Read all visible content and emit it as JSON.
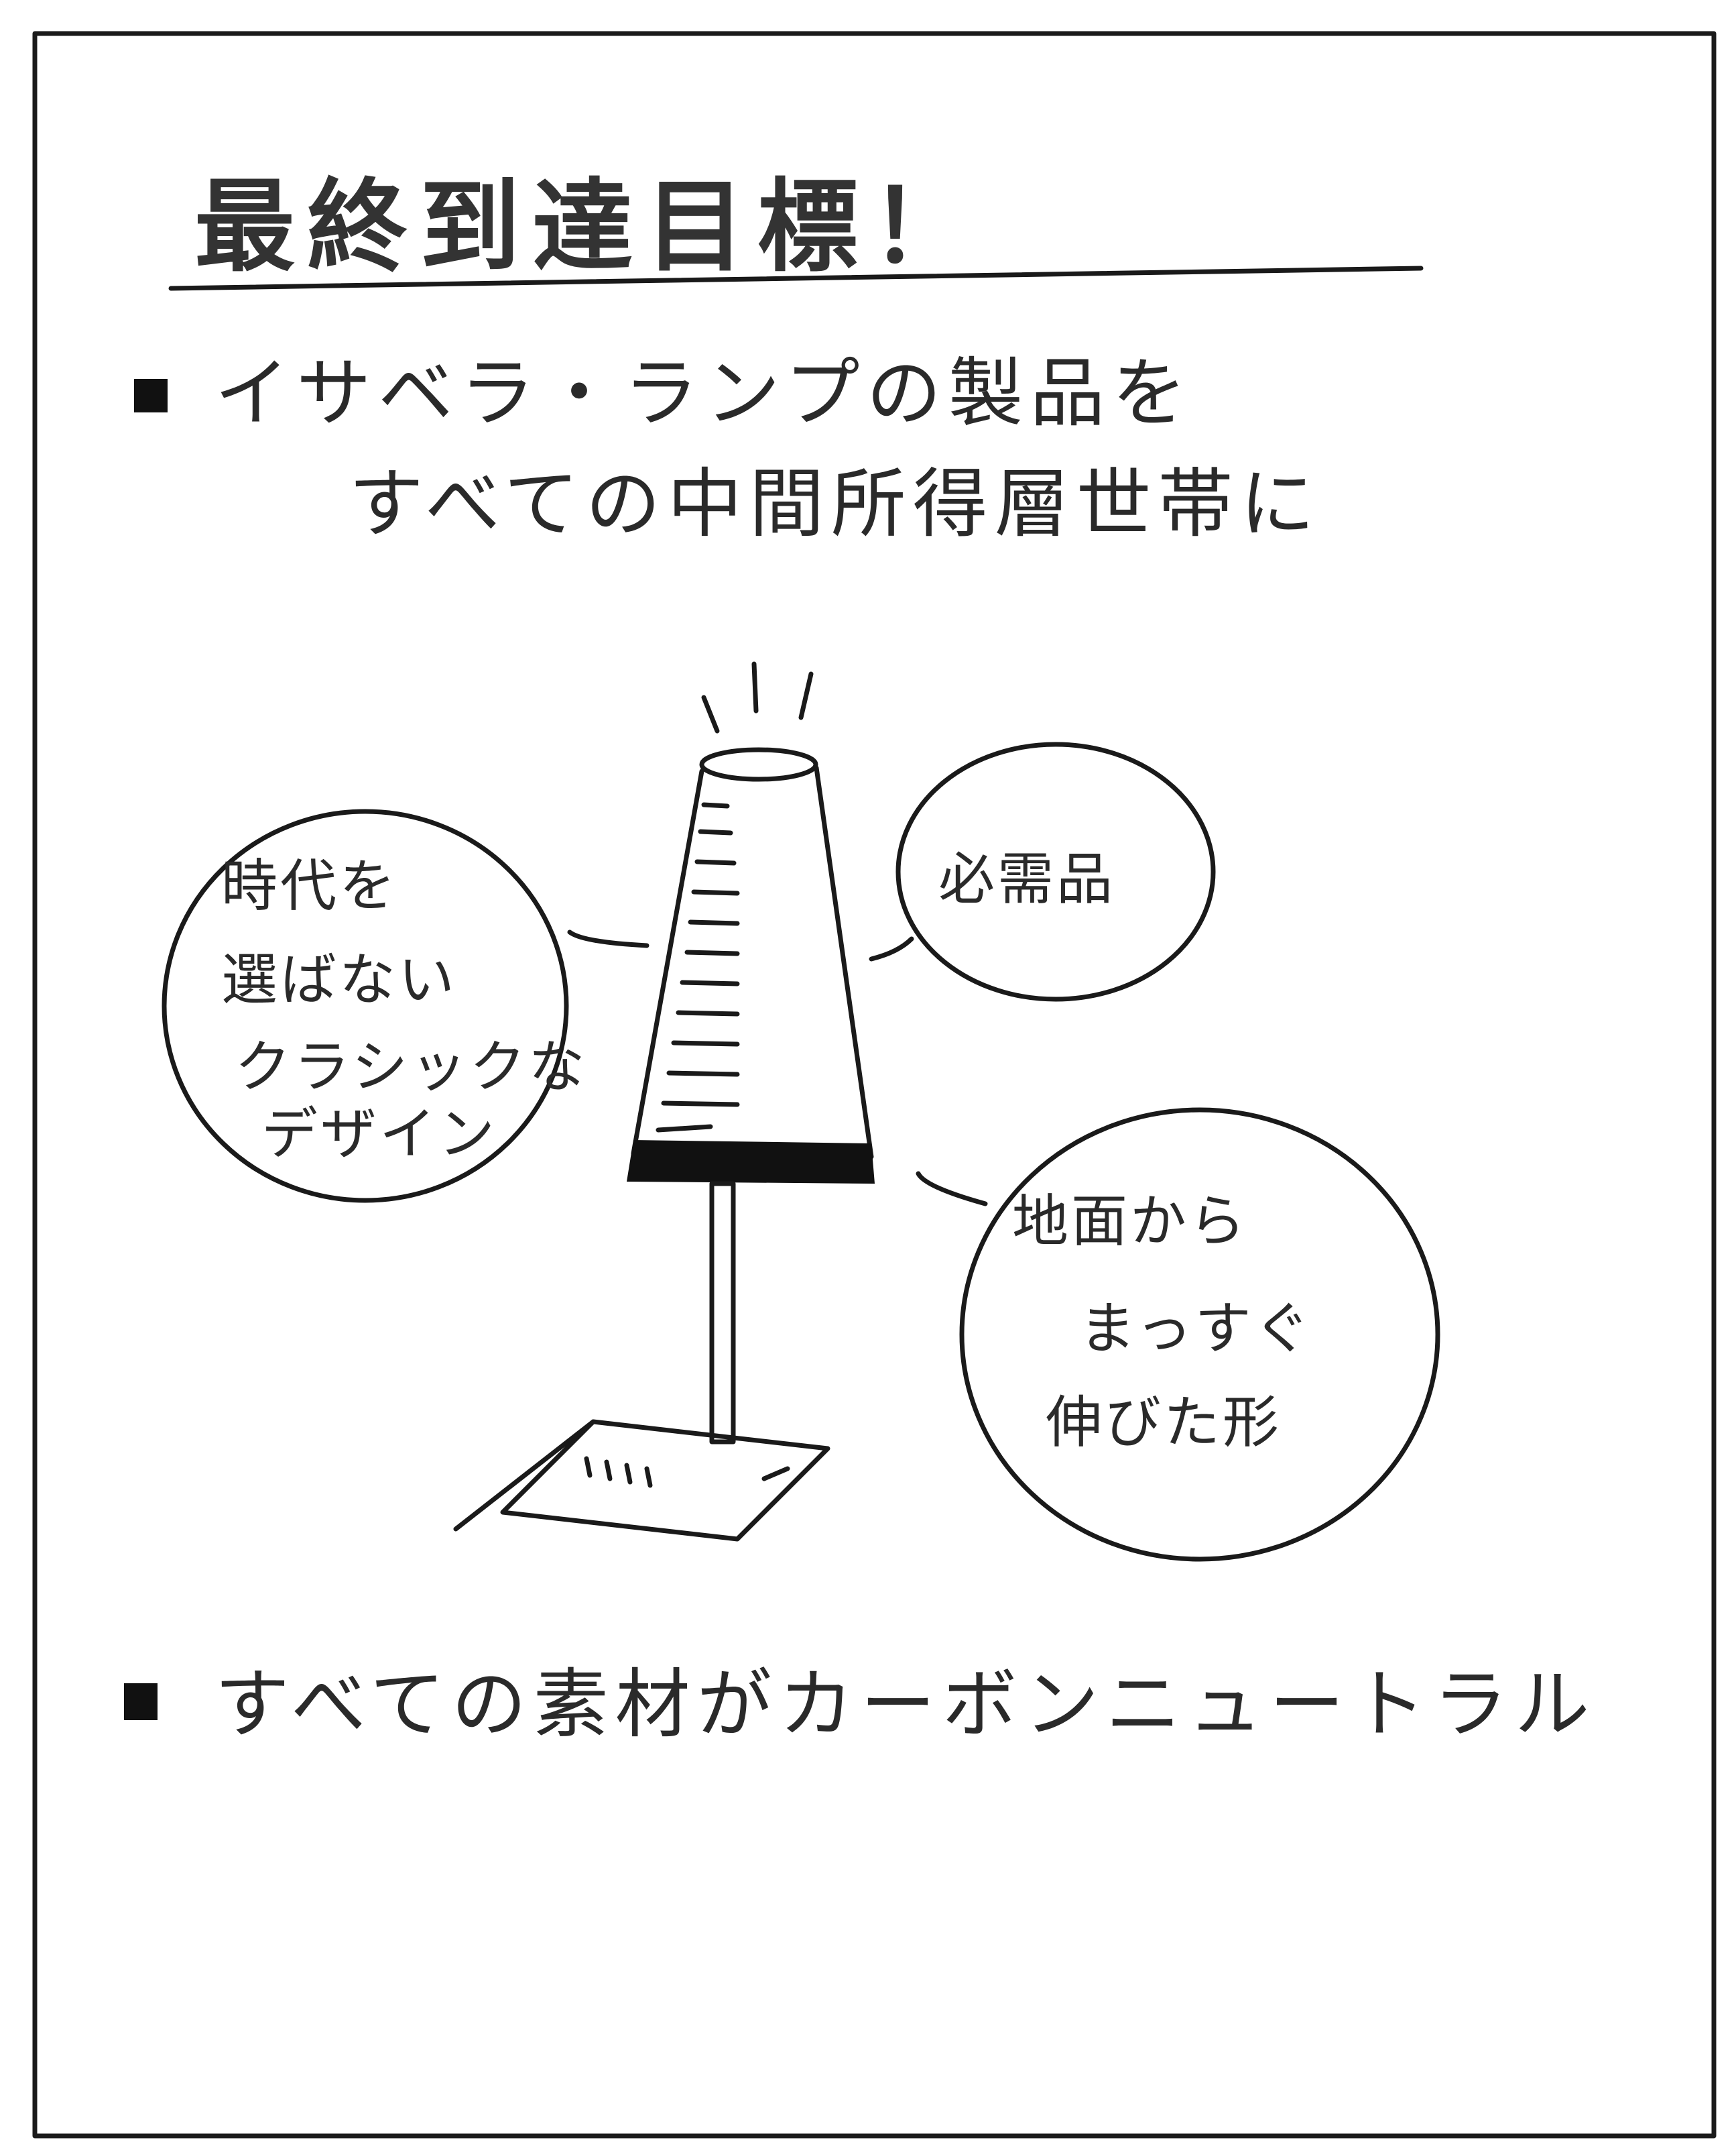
{
  "title": "最終到達目標！",
  "bullets": [
    {
      "lines": [
        "イサベラ・ランプの製品を",
        "すべての中間所得層世帯に"
      ]
    },
    {
      "lines": [
        "すべての素材がカーボンニュートラル"
      ]
    }
  ],
  "bubbles": {
    "design": {
      "lines": [
        "時代を",
        "選ばない",
        "クラシックな",
        "デザイン"
      ]
    },
    "necessity": {
      "lines": [
        "必需品"
      ]
    },
    "shape": {
      "lines": [
        "地面から",
        "まっすぐ",
        "伸びた形"
      ]
    }
  },
  "colors": {
    "ink": "#1a1a1a",
    "paper": "#ffffff"
  }
}
